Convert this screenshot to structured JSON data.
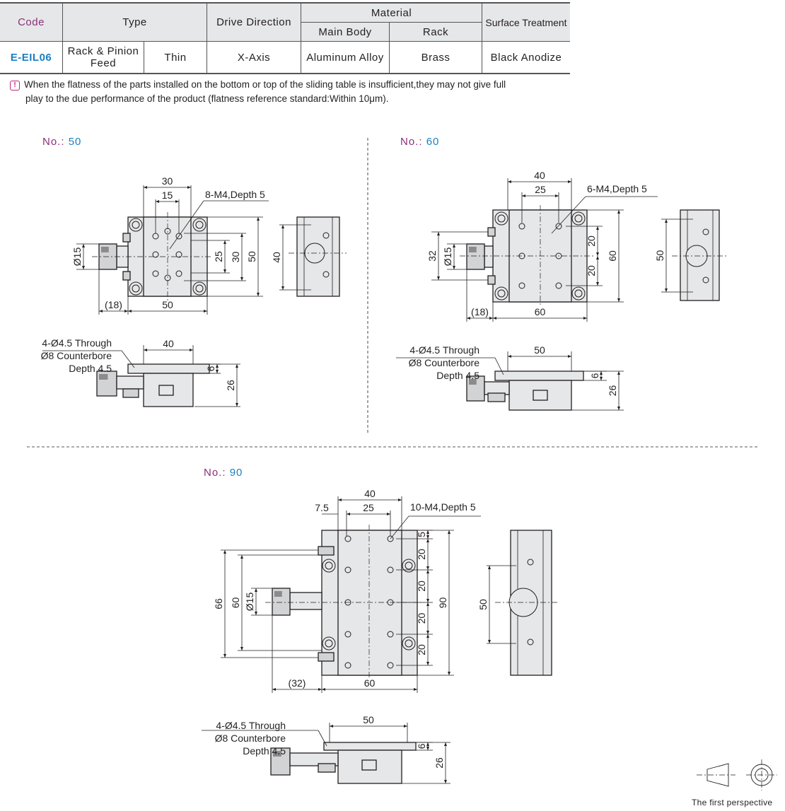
{
  "table": {
    "headers": {
      "code": "Code",
      "type": "Type",
      "drive": "Drive Direction",
      "material": "Material",
      "main_body": "Main Body",
      "rack": "Rack",
      "surface": "Surface Treatment"
    },
    "row": {
      "code": "E-EIL06",
      "type1": "Rack & Pinion Feed",
      "type2": "Thin",
      "drive": "X-Axis",
      "main_body": "Aluminum Alloy",
      "rack": "Brass",
      "surface": "Black Anodize"
    }
  },
  "note": {
    "icon": "exclamation-icon",
    "line1": "When the flatness of the parts installed on the bottom or top of the sliding table is insufficient,they may not give full",
    "line2": "play to the due performance of the product (flatness reference standard:Within 10μm)."
  },
  "drawings": {
    "no_label": "No.:",
    "d50": {
      "no": "50",
      "top_w": "30",
      "pitch": "15",
      "holes": "8-M4,Depth 5",
      "v25": "25",
      "v30": "30",
      "v50": "50",
      "dia": "Ø15",
      "off": "(18)",
      "w50": "50",
      "side40": "40",
      "b40": "40",
      "b6": "6",
      "b26": "26",
      "cb1": "4-Ø4.5 Through",
      "cb2": "Ø8 Counterbore",
      "cb3": "Depth 4.5"
    },
    "d60": {
      "no": "60",
      "top_w": "40",
      "pitch": "25",
      "holes": "6-M4,Depth 5",
      "v20a": "20",
      "v20b": "20",
      "v60": "60",
      "v32": "32",
      "dia": "Ø15",
      "off": "(18)",
      "w60": "60",
      "side50": "50",
      "b50": "50",
      "b6": "6",
      "b26": "26",
      "cb1": "4-Ø4.5 Through",
      "cb2": "Ø8 Counterbore",
      "cb3": "Depth 4.5"
    },
    "d90": {
      "no": "90",
      "top_w": "40",
      "edge": "7.5",
      "pitch": "25",
      "holes": "10-M4,Depth 5",
      "v5": "5",
      "v20a": "20",
      "v20b": "20",
      "v20c": "20",
      "v20d": "20",
      "v90": "90",
      "v66": "66",
      "v60": "60",
      "dia": "Ø15",
      "off": "(32)",
      "w60": "60",
      "side50": "50",
      "b50": "50",
      "b6": "6",
      "b26": "26",
      "cb1": "4-Ø4.5 Through",
      "cb2": "Ø8 Counterbore",
      "cb3": "Depth 4.5"
    }
  },
  "projection": {
    "label": "The first perspective",
    "icon": "first-angle-projection-icon"
  }
}
